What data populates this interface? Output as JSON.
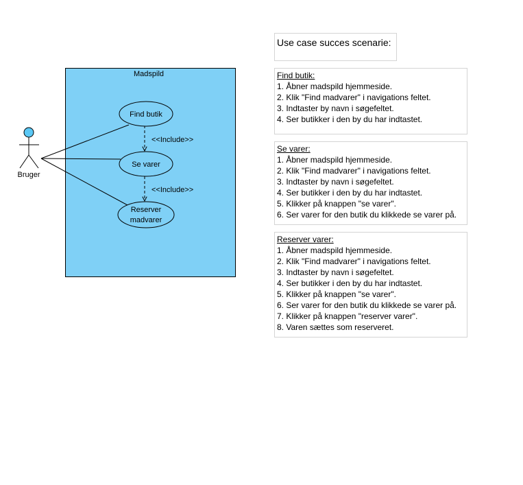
{
  "system": {
    "name": "Madspild",
    "fill_color": "#7fd0f6",
    "border_color": "#000000"
  },
  "actor": {
    "name": "Bruger",
    "head_color": "#5bc8f5"
  },
  "use_cases": {
    "find_butik": "Find butik",
    "se_varer": "Se varer",
    "reserver_line1": "Reserver",
    "reserver_line2": "madvarer"
  },
  "relations": {
    "include_1": "<<Include>>",
    "include_2": "<<Include>>"
  },
  "scenario_title": "Use case succes scenarie:",
  "scenarios": [
    {
      "heading": "Find butik:",
      "steps": [
        "1. Åbner madspild hjemmeside.",
        "2. Klik \"Find madvarer\" i navigations feltet.",
        "3. Indtaster by navn i søgefeltet.",
        "4. Ser butikker i den by du har indtastet."
      ]
    },
    {
      "heading": "Se varer:",
      "steps": [
        "1. Åbner madspild hjemmeside.",
        "2. Klik \"Find madvarer\" i navigations feltet.",
        "3. Indtaster by navn i søgefeltet.",
        "4. Ser butikker i den by du har indtastet.",
        "5. Klikker på knappen \"se varer\".",
        "6. Ser varer for den butik du klikkede se varer på."
      ]
    },
    {
      "heading": "Reserver varer:",
      "steps": [
        "1. Åbner madspild hjemmeside.",
        "2. Klik \"Find madvarer\" i navigations feltet.",
        "3. Indtaster by navn i søgefeltet.",
        "4. Ser butikker i den by du har indtastet.",
        "5. Klikker på knappen \"se varer\".",
        "6. Ser varer for den butik du klikkede se varer på.",
        "7. Klikker på knappen \"reserver varer\".",
        "8. Varen sættes som reserveret."
      ]
    }
  ]
}
